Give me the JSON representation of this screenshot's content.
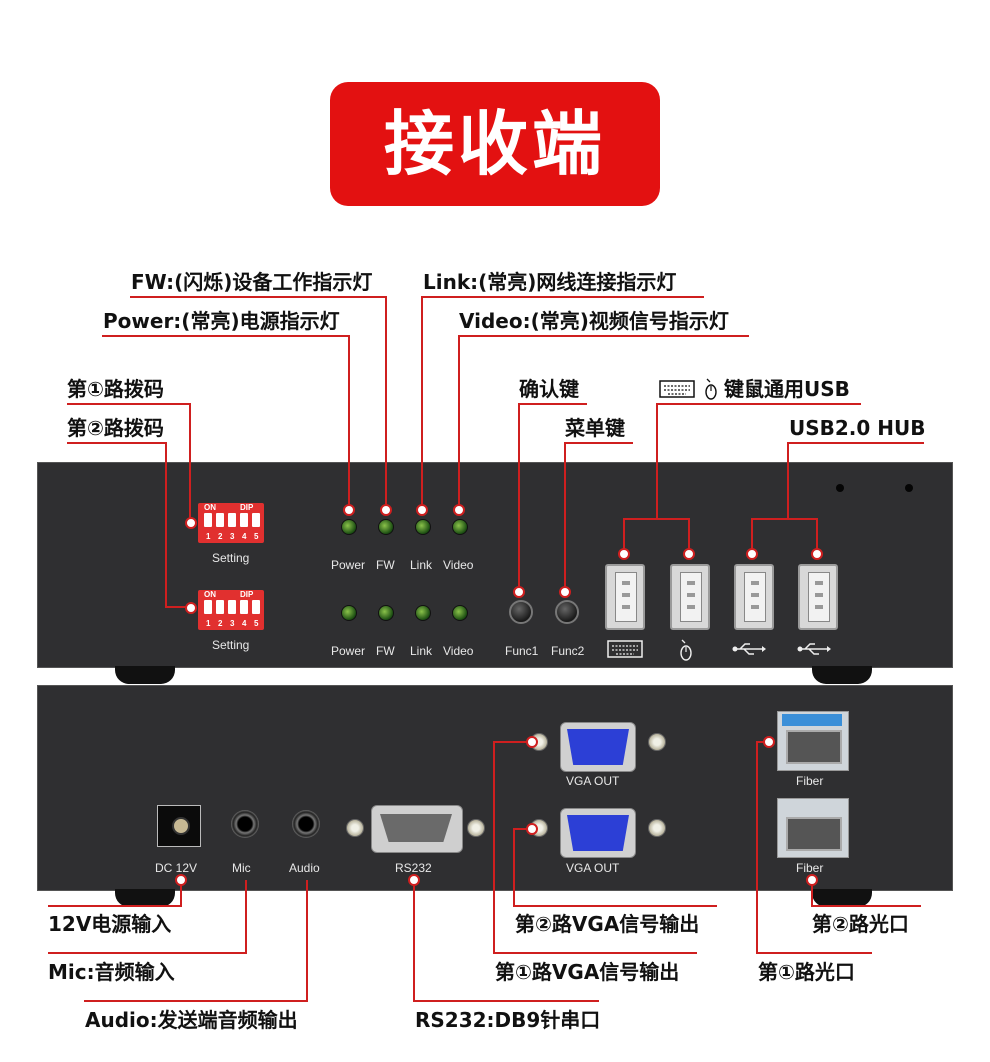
{
  "banner": {
    "title": "接收端",
    "color": "#e31111"
  },
  "callouts": {
    "fw": "FW:(闪烁)设备工作指示灯",
    "power": "Power:(常亮)电源指示灯",
    "link": "Link:(常亮)网线连接指示灯",
    "video": "Video:(常亮)视频信号指示灯",
    "dip1": "第①路拨码",
    "dip2": "第②路拨码",
    "confirm_key": "确认键",
    "menu_key": "菜单键",
    "kb_mouse_usb": "键鼠通用USB",
    "usb_hub": "USB2.0 HUB",
    "dc_input": "12V电源输入",
    "mic_input": "Mic:音频输入",
    "audio_output": "Audio:发送端音频输出",
    "rs232": "RS232:DB9针串口",
    "vga2": "第②路VGA信号输出",
    "vga1": "第①路VGA信号输出",
    "fiber2": "第②路光口",
    "fiber1": "第①路光口"
  },
  "front_panel": {
    "dip_on": "ON",
    "dip_dip": "DIP",
    "dip_numbers": [
      "1",
      "2",
      "3",
      "4",
      "5"
    ],
    "setting": "Setting",
    "led_labels": [
      "Power",
      "FW",
      "Link",
      "Video"
    ],
    "func1": "Func1",
    "func2": "Func2"
  },
  "rear_panel": {
    "dc": "DC 12V",
    "mic": "Mic",
    "audio": "Audio",
    "rs232": "RS232",
    "vga_out": "VGA OUT",
    "fiber": "Fiber"
  },
  "colors": {
    "accent": "#cf1f1f",
    "panel": "#2f2f31",
    "led": "#5fa83a"
  }
}
